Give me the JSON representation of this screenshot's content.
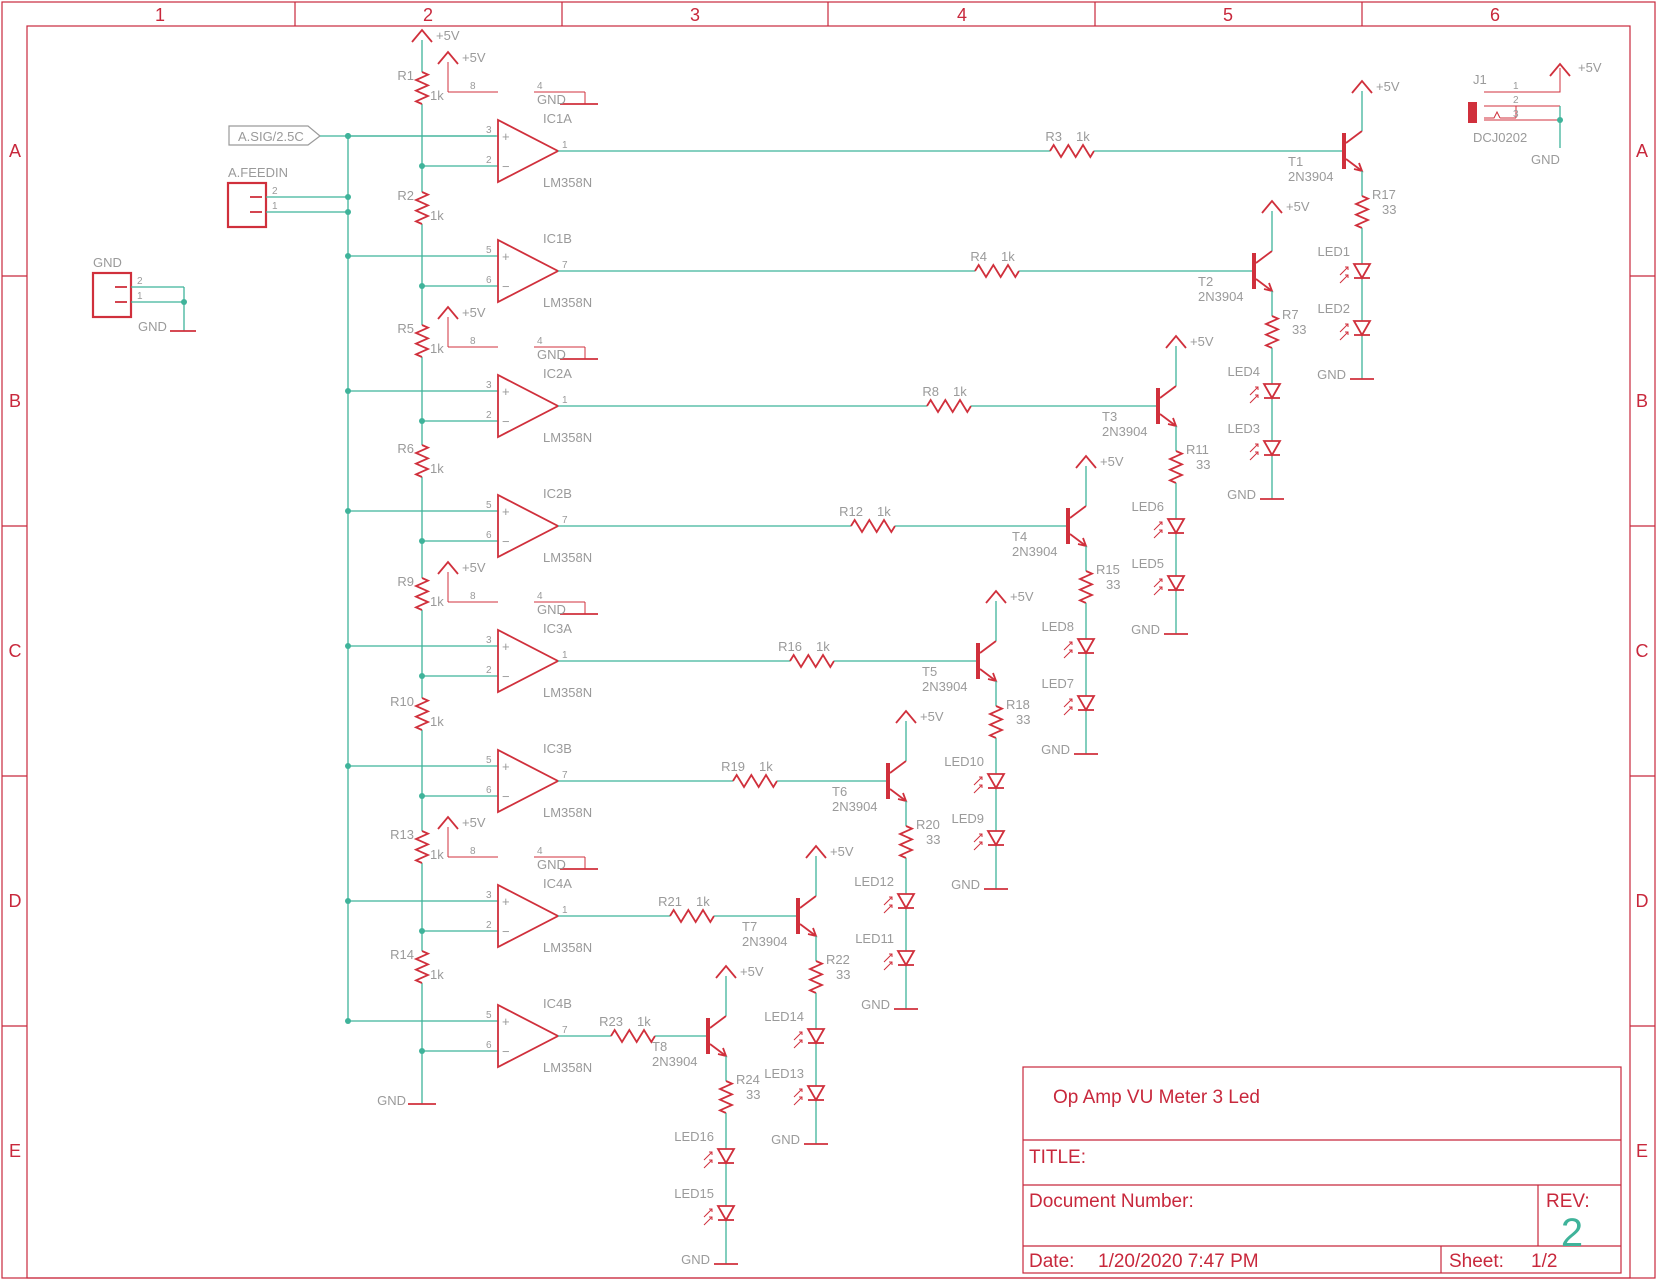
{
  "frame": {
    "columns": [
      "1",
      "2",
      "3",
      "4",
      "5",
      "6"
    ],
    "rows": [
      "A",
      "B",
      "C",
      "D",
      "E"
    ]
  },
  "title_block": {
    "description": "Op Amp VU Meter 3 Led",
    "title_label": "TITLE:",
    "document_number_label": "Document Number:",
    "rev_label": "REV:",
    "rev_value": "2",
    "date_label": "Date:",
    "date_value": "1/20/2020 7:47 PM",
    "sheet_label": "Sheet:",
    "sheet_value": "1/2"
  },
  "inputs": {
    "signal_label": "A.SIG/2.5C",
    "feed_connector": "A.FEEDIN",
    "gnd_connector": "GND",
    "gnd_net": "GND"
  },
  "power": {
    "supply": "+5V",
    "ground": "GND",
    "jack_name": "J1",
    "jack_value": "DCJ0202",
    "jack_pins": [
      "1",
      "2",
      "3"
    ]
  },
  "divider": {
    "resistors": [
      {
        "name": "R1",
        "value": "1k"
      },
      {
        "name": "R2",
        "value": "1k"
      },
      {
        "name": "R5",
        "value": "1k"
      },
      {
        "name": "R6",
        "value": "1k"
      },
      {
        "name": "R9",
        "value": "1k"
      },
      {
        "name": "R10",
        "value": "1k"
      },
      {
        "name": "R13",
        "value": "1k"
      },
      {
        "name": "R14",
        "value": "1k"
      }
    ],
    "ground": "GND"
  },
  "op_amp_power_pins": {
    "vcc_pin": "8",
    "gnd_pin": "4"
  },
  "stages": [
    {
      "opamp": "IC1A",
      "part": "LM358N",
      "pins": [
        "3",
        "2",
        "1"
      ],
      "base_resistor": "R3",
      "base_value": "1k",
      "transistor": "T1",
      "transistor_part": "2N3904",
      "led_resistor": "R17",
      "led_value": "33",
      "led_top": "LED1",
      "led_bottom": "LED2"
    },
    {
      "opamp": "IC1B",
      "part": "LM358N",
      "pins": [
        "5",
        "6",
        "7"
      ],
      "base_resistor": "R4",
      "base_value": "1k",
      "transistor": "T2",
      "transistor_part": "2N3904",
      "led_resistor": "R7",
      "led_value": "33",
      "led_top": "LED4",
      "led_bottom": "LED3"
    },
    {
      "opamp": "IC2A",
      "part": "LM358N",
      "pins": [
        "3",
        "2",
        "1"
      ],
      "base_resistor": "R8",
      "base_value": "1k",
      "transistor": "T3",
      "transistor_part": "2N3904",
      "led_resistor": "R11",
      "led_value": "33",
      "led_top": "LED6",
      "led_bottom": "LED5"
    },
    {
      "opamp": "IC2B",
      "part": "LM358N",
      "pins": [
        "5",
        "6",
        "7"
      ],
      "base_resistor": "R12",
      "base_value": "1k",
      "transistor": "T4",
      "transistor_part": "2N3904",
      "led_resistor": "R15",
      "led_value": "33",
      "led_top": "LED8",
      "led_bottom": "LED7"
    },
    {
      "opamp": "IC3A",
      "part": "LM358N",
      "pins": [
        "3",
        "2",
        "1"
      ],
      "base_resistor": "R16",
      "base_value": "1k",
      "transistor": "T5",
      "transistor_part": "2N3904",
      "led_resistor": "R18",
      "led_value": "33",
      "led_top": "LED10",
      "led_bottom": "LED9"
    },
    {
      "opamp": "IC3B",
      "part": "LM358N",
      "pins": [
        "5",
        "6",
        "7"
      ],
      "base_resistor": "R19",
      "base_value": "1k",
      "transistor": "T6",
      "transistor_part": "2N3904",
      "led_resistor": "R20",
      "led_value": "33",
      "led_top": "LED12",
      "led_bottom": "LED11"
    },
    {
      "opamp": "IC4A",
      "part": "LM358N",
      "pins": [
        "3",
        "2",
        "1"
      ],
      "base_resistor": "R21",
      "base_value": "1k",
      "transistor": "T7",
      "transistor_part": "2N3904",
      "led_resistor": "R22",
      "led_value": "33",
      "led_top": "LED14",
      "led_bottom": "LED13"
    },
    {
      "opamp": "IC4B",
      "part": "LM358N",
      "pins": [
        "5",
        "6",
        "7"
      ],
      "base_resistor": "R23",
      "base_value": "1k",
      "transistor": "T8",
      "transistor_part": "2N3904",
      "led_resistor": "R24",
      "led_value": "33",
      "led_top": "LED16",
      "led_bottom": "LED15"
    }
  ],
  "colors": {
    "symbol": "#d0303c",
    "wire": "#3fb39a",
    "frame": "#c8283c",
    "label": "#9a9a9a"
  }
}
